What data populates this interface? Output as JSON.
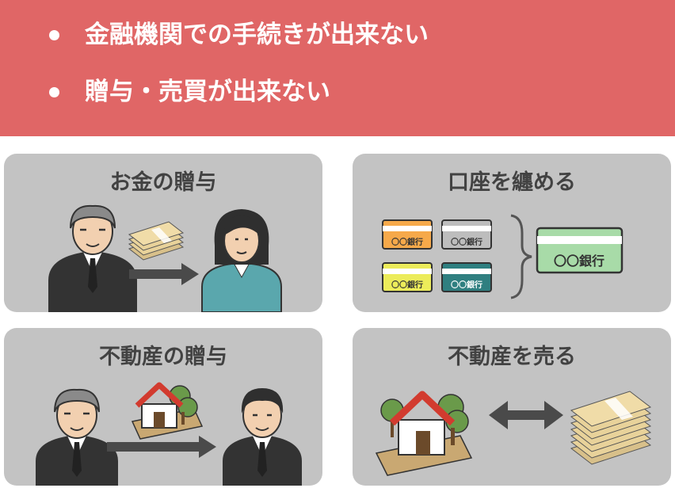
{
  "banner": {
    "items": [
      "金融機関での手続きが出来ない",
      "贈与・売買が出来ない"
    ],
    "color": "#e06666"
  },
  "panels": [
    {
      "title": "お金の贈与"
    },
    {
      "title": "口座を纏める",
      "bank_label": "〇〇銀行",
      "card_colors": [
        "#f6a94a",
        "#bdbdbd",
        "#ecec5a",
        "#2f7f80"
      ],
      "merged_card_color": "#a8dba8"
    },
    {
      "title": "不動産の贈与"
    },
    {
      "title": "不動産を売る"
    }
  ],
  "colors": {
    "panel_bg": "#c3c3c3",
    "arrow": "#4a4a4a",
    "title_text": "#424242"
  }
}
